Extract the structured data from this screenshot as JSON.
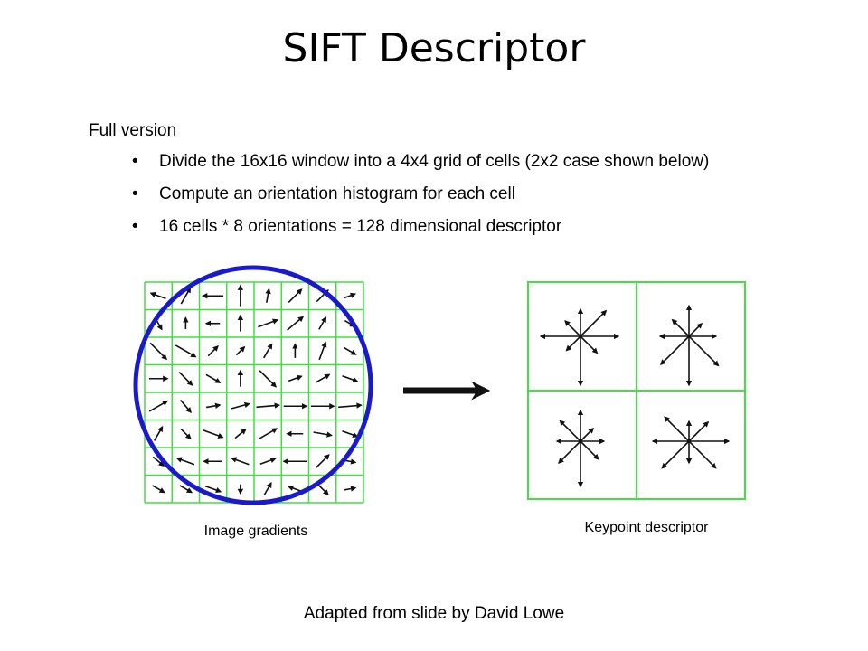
{
  "slide": {
    "title": "SIFT Descriptor",
    "subheading": "Full version",
    "bullets": [
      "Divide the 16x16 window into a 4x4 grid of cells (2x2 case shown below)",
      "Compute an orientation histogram for each cell",
      "16 cells * 8 orientations = 128 dimensional descriptor"
    ],
    "bullet_glyph": "•",
    "credit": "Adapted from slide by David Lowe"
  },
  "figure": {
    "left_label": "Image gradients",
    "right_label": "Keypoint descriptor",
    "colors": {
      "grid": "#44dd44",
      "circle": "#1a1acc",
      "arrow": "#111111"
    }
  }
}
